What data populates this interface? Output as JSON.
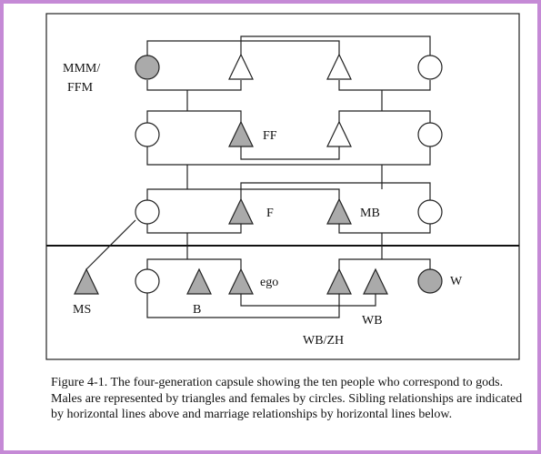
{
  "labels": {
    "mmm": "MMM/",
    "ffm": "FFM",
    "ff": "FF",
    "f": "F",
    "mb": "MB",
    "ms": "MS",
    "b": "B",
    "ego": "ego",
    "w": "W",
    "wb": "WB",
    "wbzh": "WB/ZH"
  },
  "caption": "Figure 4-1. The four-generation capsule showing the ten people who correspond to gods. Males are represented by triangles and females by circles.  Sibling relationships are indicated by horizontal lines above and marriage relationships by horizontal lines below.",
  "legend": {
    "male_symbol": "triangle",
    "female_symbol": "circle"
  },
  "colors": {
    "highlight_fill": "#aaaaaa",
    "border": "#c58ad6",
    "line": "#222222"
  }
}
